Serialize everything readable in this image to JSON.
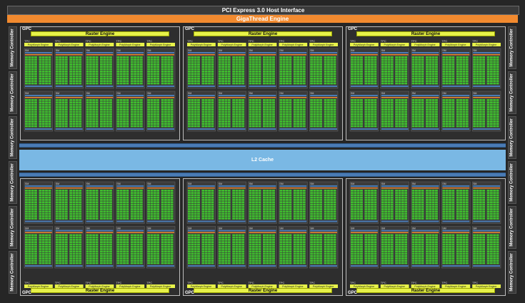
{
  "host_interface": "PCI Express 3.0 Host Interface",
  "gigathread": "GigaThread Engine",
  "l2": "L2 Cache",
  "gpc_label": "GPC",
  "raster_engine": "Raster Engine",
  "tpc_label": "TPC",
  "polymorph": "PolyMorph Engine",
  "sm_label": "SM",
  "memory_controller": "Memory Controller",
  "colors": {
    "background": "#262626",
    "host_bar": "#3a3a3a",
    "gigathread_bar": "#f28a2f",
    "raster": "#e7f24a",
    "core": "#3fbf2e",
    "l2": "#7ab8e4",
    "blue_bar": "#4a7bb5"
  }
}
